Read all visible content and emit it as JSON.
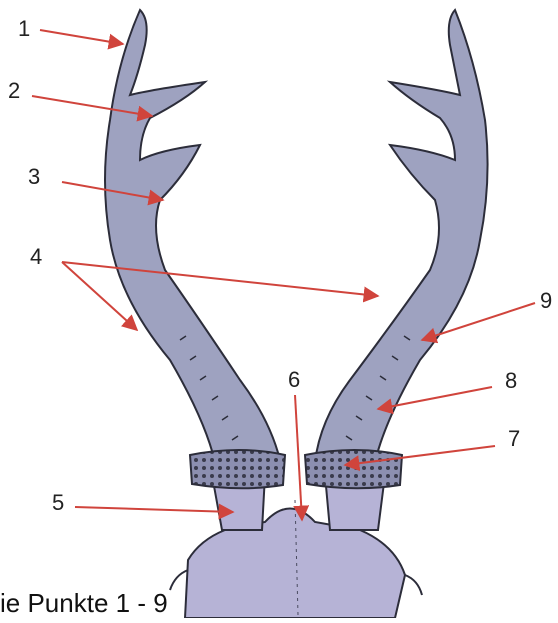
{
  "labels": [
    "1",
    "2",
    "3",
    "4",
    "5",
    "6",
    "7",
    "8",
    "9"
  ],
  "caption": "ie Punkte 1 - 9",
  "colors": {
    "antler_fill": "#9ea2c0",
    "antler_outline": "#2c2d3a",
    "skull_fill": "#b6b3d6",
    "arrow": "#d0443c"
  }
}
